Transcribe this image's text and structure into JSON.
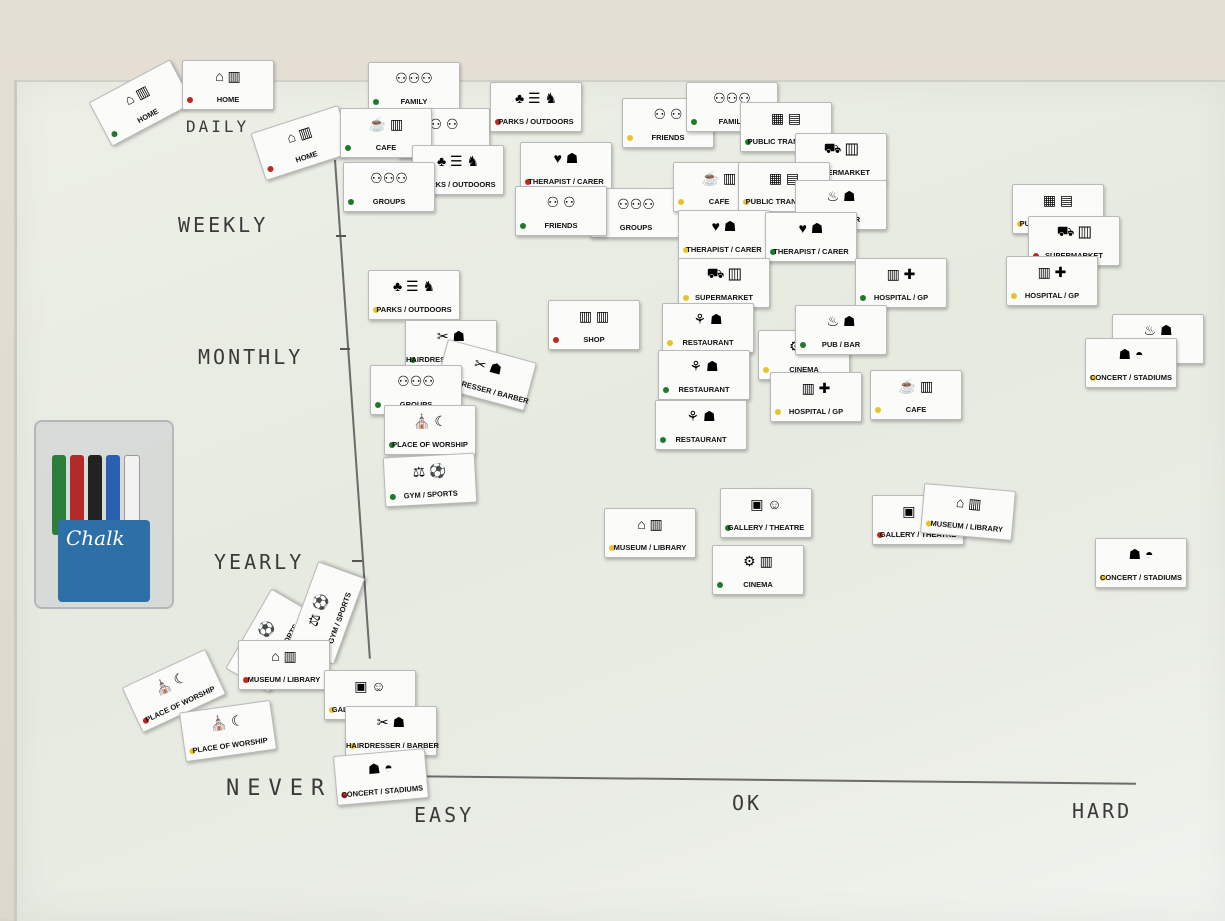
{
  "axes": {
    "y_labels": [
      "DAILY",
      "WEEKLY",
      "MONTHLY",
      "YEARLY",
      "NEVER"
    ],
    "x_labels": [
      "EASY",
      "OK",
      "HARD"
    ]
  },
  "marker_pack_brand": "Chalk",
  "cards": [
    {
      "label": "HOME",
      "dot": "#1f7a2a"
    },
    {
      "label": "HOME",
      "dot": "#c0281e"
    },
    {
      "label": "HOME",
      "dot": "#c0281e"
    },
    {
      "label": "FAMILY",
      "dot": "#1f7a2a"
    },
    {
      "label": "FRIENDS",
      "dot": "#1f7a2a"
    },
    {
      "label": "CAFE",
      "dot": "#1f7a2a"
    },
    {
      "label": "PARKS / OUTDOORS",
      "dot": "#c0281e"
    },
    {
      "label": "PARKS / OUTDOORS",
      "dot": "#1f7a2a"
    },
    {
      "label": "GROUPS",
      "dot": "#1f7a2a"
    },
    {
      "label": "THERAPIST / CARER",
      "dot": "#c0281e"
    },
    {
      "label": "FRIENDS",
      "dot": "#e8c22a"
    },
    {
      "label": "GROUPS",
      "dot": "#c0281e"
    },
    {
      "label": "FRIENDS",
      "dot": "#1f7a2a"
    },
    {
      "label": "FAMILY",
      "dot": "#1f7a2a"
    },
    {
      "label": "PUBLIC TRANSPORT",
      "dot": "#1f7a2a"
    },
    {
      "label": "SUPERMARKET",
      "dot": "#1f7a2a"
    },
    {
      "label": "CAFE",
      "dot": "#e8c22a"
    },
    {
      "label": "PUBLIC TRANSPORT",
      "dot": "#e8c22a"
    },
    {
      "label": "PUB / BAR",
      "dot": "#1f7a2a"
    },
    {
      "label": "THERAPIST / CARER",
      "dot": "#e8c22a"
    },
    {
      "label": "THERAPIST / CARER",
      "dot": "#1f7a2a"
    },
    {
      "label": "SUPERMARKET",
      "dot": "#e8c22a"
    },
    {
      "label": "HOSPITAL / GP",
      "dot": "#1f7a2a"
    },
    {
      "label": "PUBLIC TRANSPORT",
      "dot": "#e8c22a"
    },
    {
      "label": "SUPERMARKET",
      "dot": "#c0281e"
    },
    {
      "label": "HOSPITAL / GP",
      "dot": "#e8c22a"
    },
    {
      "label": "PARKS / OUTDOORS",
      "dot": "#e8c22a"
    },
    {
      "label": "HAIRDRESSER / BARBER",
      "dot": "#1f7a2a"
    },
    {
      "label": "HAIRDRESSER / BARBER",
      "dot": "#c0281e"
    },
    {
      "label": "GROUPS",
      "dot": "#1f7a2a"
    },
    {
      "label": "PLACE OF WORSHIP",
      "dot": "#1f7a2a"
    },
    {
      "label": "GYM / SPORTS",
      "dot": "#1f7a2a"
    },
    {
      "label": "SHOP",
      "dot": "#c0281e"
    },
    {
      "label": "RESTAURANT",
      "dot": "#e8c22a"
    },
    {
      "label": "RESTAURANT",
      "dot": "#1f7a2a"
    },
    {
      "label": "RESTAURANT",
      "dot": "#1f7a2a"
    },
    {
      "label": "CINEMA",
      "dot": "#e8c22a"
    },
    {
      "label": "PUB / BAR",
      "dot": "#1f7a2a"
    },
    {
      "label": "HOSPITAL / GP",
      "dot": "#e8c22a"
    },
    {
      "label": "CAFE",
      "dot": "#e8c22a"
    },
    {
      "label": "PUB / BAR",
      "dot": "#e8c22a"
    },
    {
      "label": "CONCERT / STADIUMS",
      "dot": "#e8c22a"
    },
    {
      "label": "MUSEUM / LIBRARY",
      "dot": "#e8c22a"
    },
    {
      "label": "GALLERY / THEATRE",
      "dot": "#1f7a2a"
    },
    {
      "label": "CINEMA",
      "dot": "#1f7a2a"
    },
    {
      "label": "GALLERY / THEATRE",
      "dot": "#c0281e"
    },
    {
      "label": "MUSEUM / LIBRARY",
      "dot": "#e8c22a"
    },
    {
      "label": "CONCERT / STADIUMS",
      "dot": "#e8c22a"
    },
    {
      "label": "PLACE OF WORSHIP",
      "dot": "#c0281e"
    },
    {
      "label": "PLACE OF WORSHIP",
      "dot": "#e8c22a"
    },
    {
      "label": "GYM / SPORTS",
      "dot": "#c0281e"
    },
    {
      "label": "GYM / SPORTS",
      "dot": "#e8c22a"
    },
    {
      "label": "MUSEUM / LIBRARY",
      "dot": "#c0281e"
    },
    {
      "label": "GALLERY / THEATRE",
      "dot": "#e8c22a"
    },
    {
      "label": "HAIRDRESSER / BARBER",
      "dot": "#e8c22a"
    },
    {
      "label": "CONCERT / STADIUMS",
      "dot": "#c0281e"
    }
  ]
}
